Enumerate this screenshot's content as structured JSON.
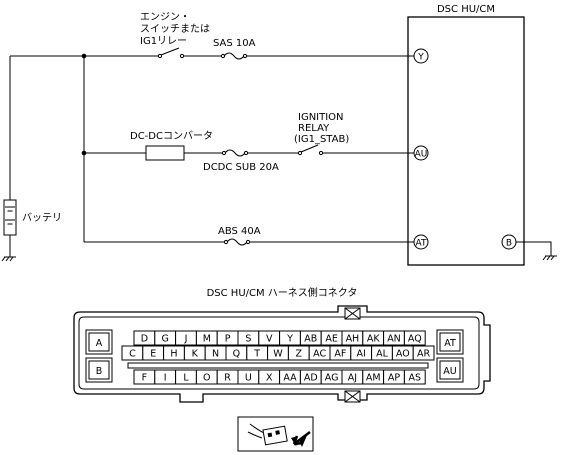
{
  "diagram": {
    "module_title": "DSC HU/CM",
    "labels": {
      "engine_switch": [
        "エンジン・",
        "スイッチまたは",
        "IG1リレー"
      ],
      "sas_fuse": "SAS 10A",
      "ignition_relay": [
        "IGNITION",
        "RELAY",
        "(IG1_STAB)"
      ],
      "dcdc_converter": "DC-DCコンバータ",
      "dcdc_fuse": "DCDC SUB 20A",
      "battery": "バッテリ",
      "abs_fuse": "ABS 40A"
    },
    "terminals": {
      "y": "Y",
      "au": "AU",
      "at": "AT",
      "b": "B"
    }
  },
  "connector": {
    "title": "DSC HU/CM ハーネス側コネクタ",
    "row1": [
      "D",
      "G",
      "J",
      "M",
      "P",
      "S",
      "V",
      "Y",
      "AB",
      "AE",
      "AH",
      "AK",
      "AN",
      "AQ"
    ],
    "row2": [
      "C",
      "E",
      "H",
      "K",
      "N",
      "Q",
      "T",
      "W",
      "Z",
      "AC",
      "AF",
      "AI",
      "AL",
      "AO",
      "AR"
    ],
    "row3": [
      "F",
      "I",
      "L",
      "O",
      "R",
      "U",
      "X",
      "AA",
      "AD",
      "AG",
      "AJ",
      "AM",
      "AP",
      "AS"
    ],
    "side_left": [
      "A",
      "B"
    ],
    "side_right": [
      "AT",
      "AU"
    ]
  }
}
